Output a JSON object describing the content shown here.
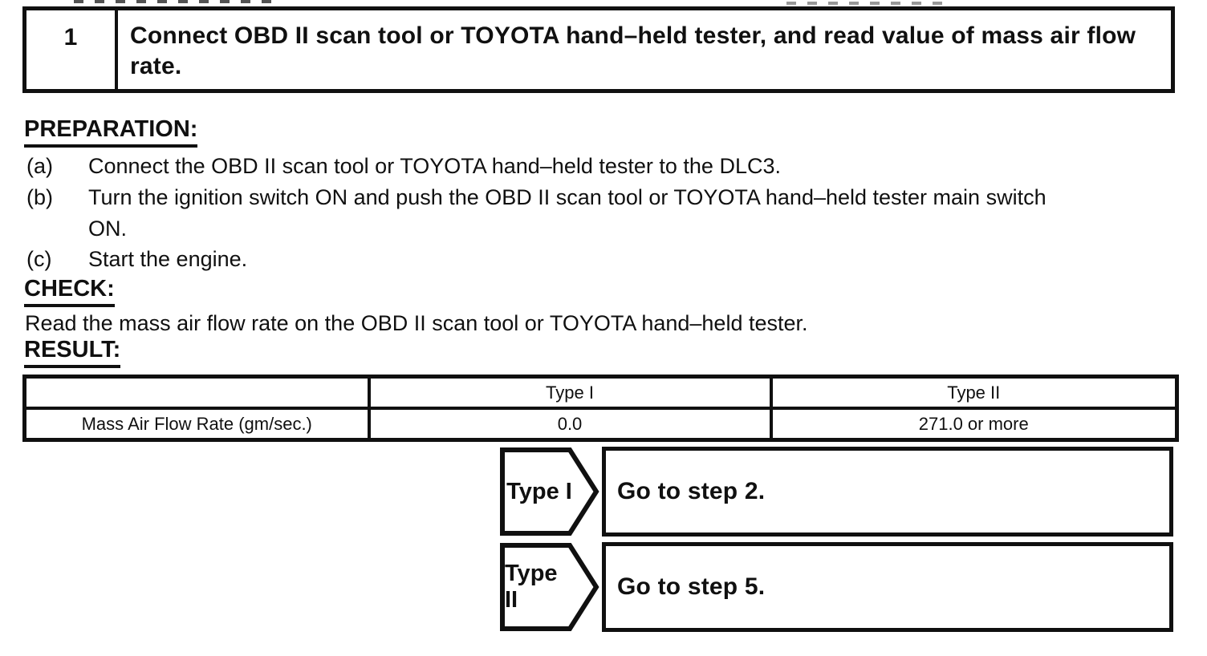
{
  "document": {
    "step_number": "1",
    "step_title": "Connect OBD II scan tool or TOYOTA hand–held tester, and read value of mass air flow rate.",
    "preparation": {
      "heading": "PREPARATION:",
      "items": [
        {
          "label": "(a)",
          "text": "Connect the OBD II scan tool or TOYOTA hand–held tester to the DLC3."
        },
        {
          "label": "(b)",
          "text": "Turn the ignition switch ON and push the OBD II scan tool or TOYOTA hand–held tester main switch"
        },
        {
          "label": "",
          "text": "ON."
        },
        {
          "label": "(c)",
          "text": "Start the engine."
        }
      ]
    },
    "check": {
      "heading": "CHECK:",
      "text": "Read the mass air flow rate on the OBD II scan tool or TOYOTA hand–held tester."
    },
    "result": {
      "heading": "RESULT:",
      "table": {
        "columns": [
          "",
          "Type I",
          "Type II"
        ],
        "rows": [
          {
            "parameter": "Mass Air Flow Rate (gm/sec.)",
            "type_i": "0.0",
            "type_ii": "271.0 or more"
          }
        ]
      },
      "branches": [
        {
          "tag": "Type I",
          "action": "Go to step 2."
        },
        {
          "tag": "Type II",
          "action": "Go to step 5."
        }
      ]
    },
    "colors": {
      "ink": "#101010",
      "paper": "#ffffff"
    }
  }
}
